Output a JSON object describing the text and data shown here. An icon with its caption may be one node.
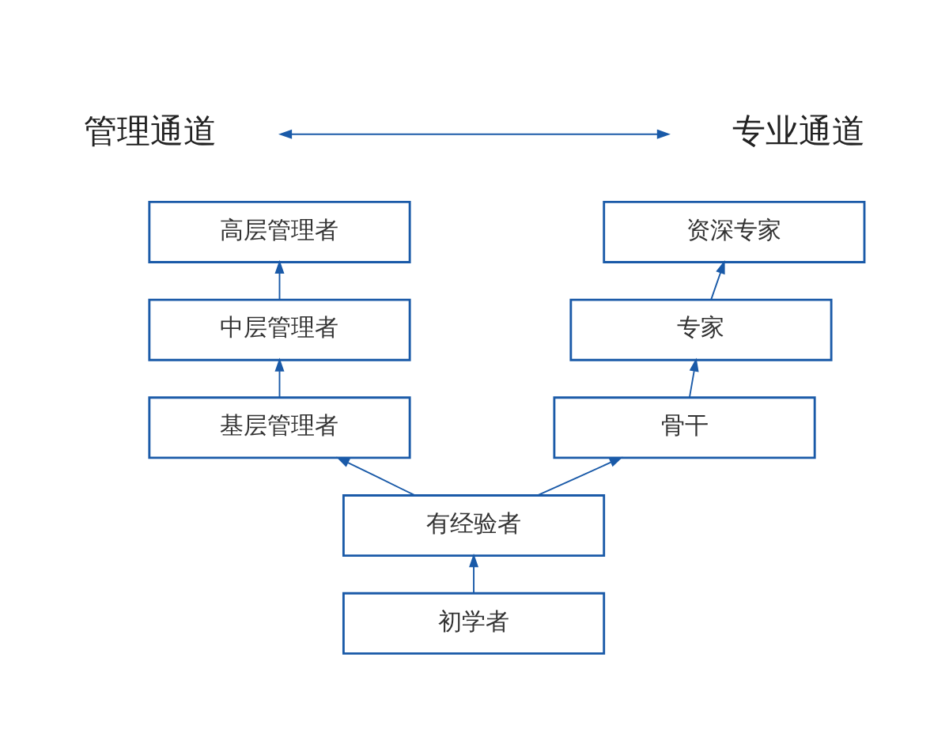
{
  "diagram": {
    "nodes": [
      {
        "text": [
          "管理通道"
        ]
      },
      {
        "text": [
          "专业通道"
        ]
      },
      {
        "text": [
          "高层管理者"
        ]
      },
      {
        "text": [
          "资深专家"
        ]
      },
      {
        "text": [
          "中层管理者"
        ]
      },
      {
        "text": [
          "专家"
        ]
      },
      {
        "text": [
          "基层管理者"
        ]
      },
      {
        "text": [
          "骨干"
        ]
      },
      {
        "text": [
          "有经验者"
        ]
      },
      {
        "text": [
          "初学者"
        ]
      }
    ],
    "edges": [
      {
        "from": 0,
        "to": 1,
        "arrow": "both"
      },
      {
        "from": 4,
        "to": 2,
        "arrow": "to"
      },
      {
        "from": 6,
        "to": 4,
        "arrow": "to"
      },
      {
        "from": 8,
        "to": 6,
        "arrow": "to"
      },
      {
        "from": 8,
        "to": 7,
        "arrow": "to"
      },
      {
        "from": 7,
        "to": 5,
        "arrow": "to"
      },
      {
        "from": 5,
        "to": 3,
        "arrow": "to"
      },
      {
        "from": 9,
        "to": 8,
        "arrow": "to"
      }
    ]
  }
}
